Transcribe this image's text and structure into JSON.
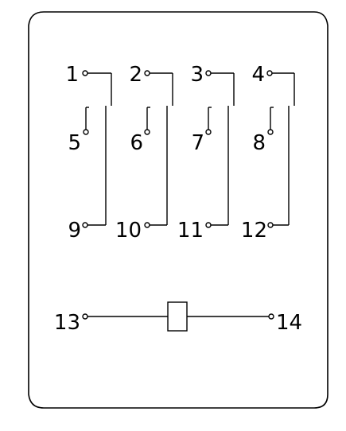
{
  "relay": {
    "poles": [
      {
        "common": "1",
        "nc": "5",
        "no": "9"
      },
      {
        "common": "2",
        "nc": "6",
        "no": "10"
      },
      {
        "common": "3",
        "nc": "7",
        "no": "11"
      },
      {
        "common": "4",
        "nc": "8",
        "no": "12"
      }
    ],
    "coil": {
      "left": "13",
      "right": "14"
    }
  },
  "colors": {
    "line": "#000000",
    "background": "#ffffff"
  }
}
